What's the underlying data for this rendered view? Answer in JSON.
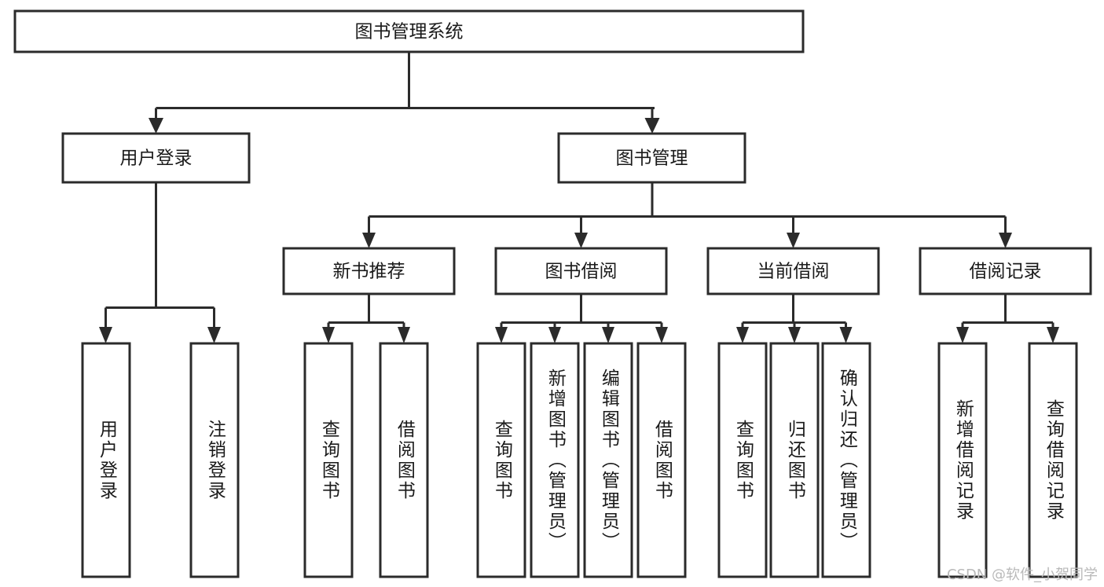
{
  "diagram": {
    "type": "tree",
    "title": "图书管理系统",
    "orientation": "top-down",
    "colors": {
      "background": "#ffffff",
      "box_fill": "#ffffff",
      "box_stroke": "#2b2b2b",
      "connector": "#2b2b2b",
      "text": "#1a1a1a",
      "watermark": "#b9b9b9"
    },
    "root": {
      "label": "图书管理系统"
    },
    "level2": [
      {
        "label": "用户登录"
      },
      {
        "label": "图书管理"
      }
    ],
    "level3": [
      {
        "label": "新书推荐"
      },
      {
        "label": "图书借阅"
      },
      {
        "label": "当前借阅"
      },
      {
        "label": "借阅记录"
      }
    ],
    "leaves": {
      "user_login": [
        {
          "label": "用户登录"
        },
        {
          "label": "注销登录"
        }
      ],
      "new_book_recommend": [
        {
          "label": "查询图书"
        },
        {
          "label": "借阅图书"
        }
      ],
      "book_borrow": [
        {
          "label": "查询图书"
        },
        {
          "label": "新增图书（管理员）"
        },
        {
          "label": "编辑图书（管理员）"
        },
        {
          "label": "借阅图书"
        }
      ],
      "current_borrow": [
        {
          "label": "查询图书"
        },
        {
          "label": "归还图书"
        },
        {
          "label": "确认归还（管理员）"
        }
      ],
      "borrow_record": [
        {
          "label": "新增借阅记录"
        },
        {
          "label": "查询借阅记录"
        }
      ]
    }
  },
  "watermark": {
    "text": "CSDN @软件_小贺同学"
  }
}
